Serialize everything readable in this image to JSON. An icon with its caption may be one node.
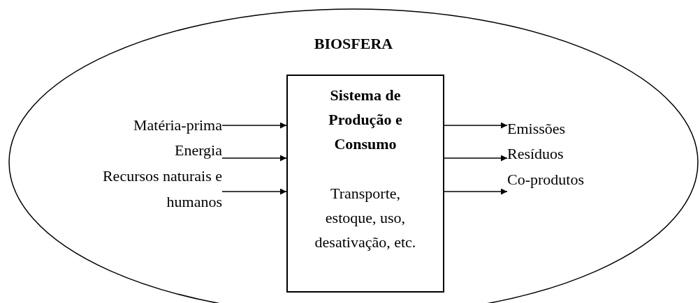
{
  "diagram": {
    "nodes": [
      {
        "text": [
          "BIOSFERA"
        ]
      },
      {
        "text": [
          "Sistema de Produção e Consumo",
          "Transporte, estoque, uso, desativação, etc."
        ],
        "in": 0
      },
      {
        "text": [
          "Matéria-prima"
        ],
        "in": 0
      },
      {
        "text": [
          "Energia"
        ],
        "in": 0
      },
      {
        "text": [
          "Recursos naturais e humanos"
        ],
        "in": 0
      },
      {
        "text": [
          "Emissões"
        ],
        "in": 0
      },
      {
        "text": [
          "Resíduos"
        ],
        "in": 0
      },
      {
        "text": [
          "Co-produtos"
        ],
        "in": 0
      }
    ],
    "edges": [
      {
        "from": 2,
        "to": 1,
        "arrow": "to"
      },
      {
        "from": 3,
        "to": 1,
        "arrow": "to"
      },
      {
        "from": 4,
        "to": 1,
        "arrow": "to"
      },
      {
        "from": 1,
        "to": 5,
        "arrow": "to"
      },
      {
        "from": 1,
        "to": 6,
        "arrow": "to"
      },
      {
        "from": 1,
        "to": 7,
        "arrow": "to"
      }
    ]
  }
}
